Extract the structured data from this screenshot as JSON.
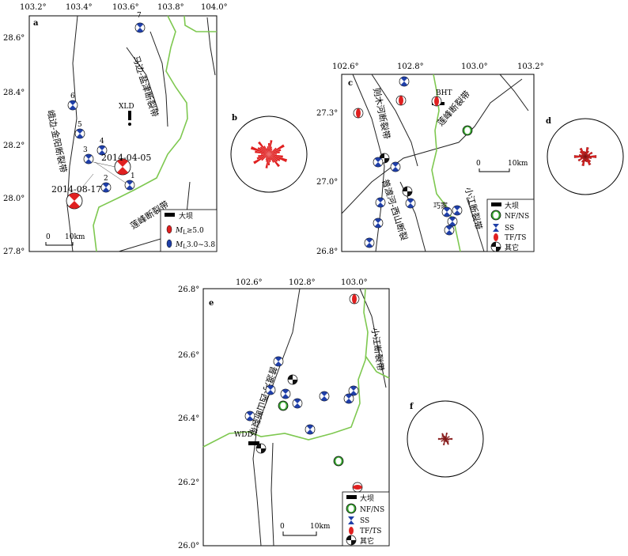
{
  "panel_a": {
    "label": "a",
    "x_ticks": [
      "103.2°",
      "103.4°",
      "103.6°",
      "103.8°",
      "104.0°"
    ],
    "y_ticks": [
      "28.6°",
      "28.4°",
      "28.2°",
      "28.0°",
      "27.8°"
    ],
    "fault_labels": [
      "马边-盐津断裂带",
      "峨边-金阳断裂带",
      "莲峰断裂带"
    ],
    "station": "XLD",
    "event_dates": [
      "2014-04-05",
      "2014-08-17"
    ],
    "event_numbers": [
      "1",
      "2",
      "3",
      "4",
      "5",
      "6",
      "7"
    ],
    "scale": {
      "zero": "0",
      "label": "10km"
    },
    "legend": {
      "dam": "大坝",
      "large": "≥5.0",
      "small": "3.0~3.8",
      "m": "M",
      "sub": "L"
    }
  },
  "panel_b": {
    "label": "b"
  },
  "panel_c": {
    "label": "c",
    "x_ticks": [
      "102.6°",
      "102.8°",
      "103.0°",
      "103.2°"
    ],
    "y_ticks": [
      "27.3°",
      "27.0°",
      "26.8°"
    ],
    "fault_labels": [
      "则木河断裂带",
      "莲峰断裂带",
      "普渡河-西山断裂",
      "小江断裂带"
    ],
    "station": "BHT",
    "town": "巧家",
    "scale": {
      "zero": "0",
      "label": "10km"
    },
    "legend": {
      "dam": "大坝",
      "nf": "NF/NS",
      "ss": "SS",
      "tf": "TF/TS",
      "other": "其它"
    }
  },
  "panel_d": {
    "label": "d"
  },
  "panel_e": {
    "label": "e",
    "x_ticks": [
      "102.6°",
      "102.8°",
      "103.0°"
    ],
    "y_ticks": [
      "26.8°",
      "26.6°",
      "26.4°",
      "26.2°",
      "26.0°"
    ],
    "fault_labels": [
      "小江断裂带",
      "普渡河-西山断裂带"
    ],
    "station": "WDD",
    "scale": {
      "zero": "0",
      "label": "10km"
    },
    "legend": {
      "dam": "大坝",
      "nf": "NF/NS",
      "ss": "SS",
      "tf": "TF/TS",
      "other": "其它"
    }
  },
  "panel_f": {
    "label": "f"
  },
  "colors": {
    "ss": "#1f3fa8",
    "tf": "#e02020",
    "nf": "#3aa832",
    "river": "#7ec850"
  }
}
